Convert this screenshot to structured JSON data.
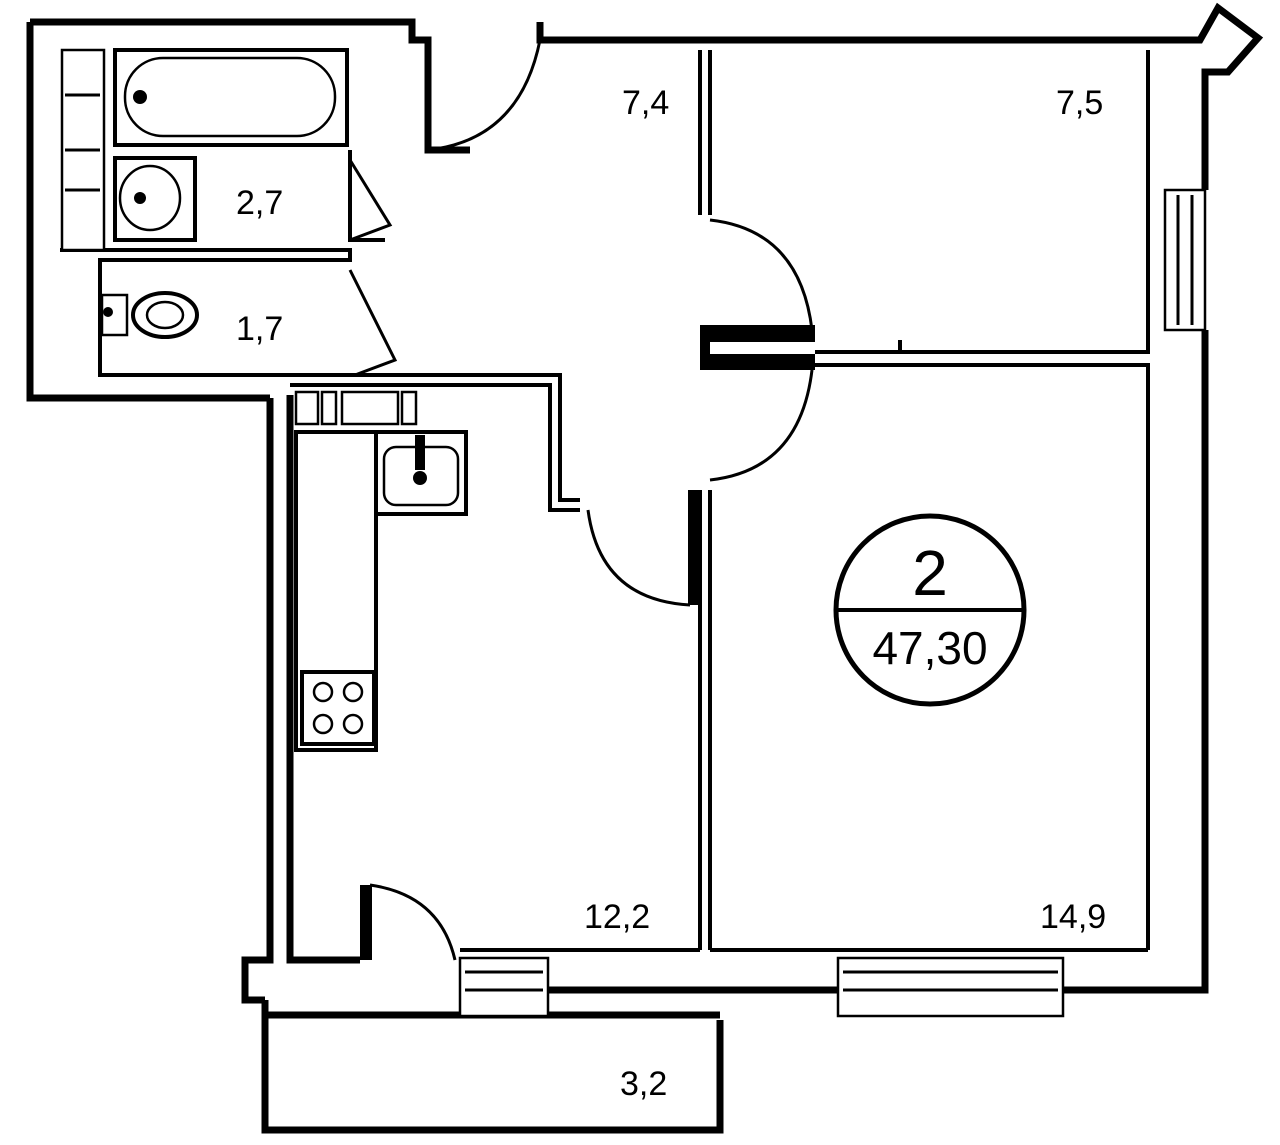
{
  "plan": {
    "rooms": [
      {
        "id": "hall",
        "area": "7,4"
      },
      {
        "id": "bedroom",
        "area": "7,5"
      },
      {
        "id": "bathroom",
        "area": "2,7"
      },
      {
        "id": "wc",
        "area": "1,7"
      },
      {
        "id": "kitchen",
        "area": "12,2"
      },
      {
        "id": "living",
        "area": "14,9"
      },
      {
        "id": "balcony",
        "area": "3,2"
      }
    ],
    "badge": {
      "rooms": "2",
      "total_area": "47,30"
    }
  }
}
